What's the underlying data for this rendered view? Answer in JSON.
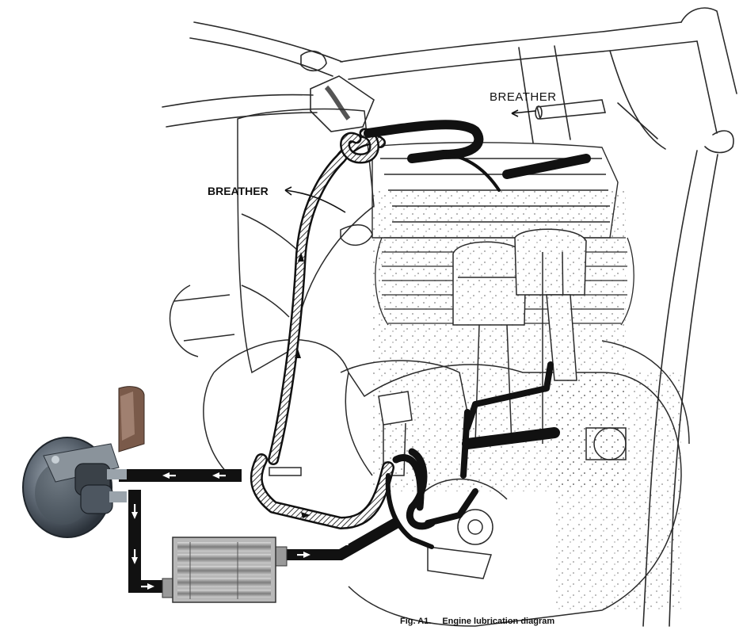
{
  "labels": {
    "breather_top": "BREATHER",
    "breather_left": "BREATHER"
  },
  "caption": {
    "label": "Fig. A1.",
    "text": "Engine lubrication diagram"
  },
  "colors": {
    "line": "#222222",
    "hose": "#111111",
    "arrow": "#ffffff",
    "filter_metal": "#6c7580",
    "cooler_metal": "#8c8c8c",
    "bracket_brown": "#7a5a4a"
  },
  "icons": {
    "oil_filter": "oil-filter-icon",
    "oil_cooler": "oil-cooler-icon",
    "flow_arrow": "flow-arrow-icon"
  }
}
